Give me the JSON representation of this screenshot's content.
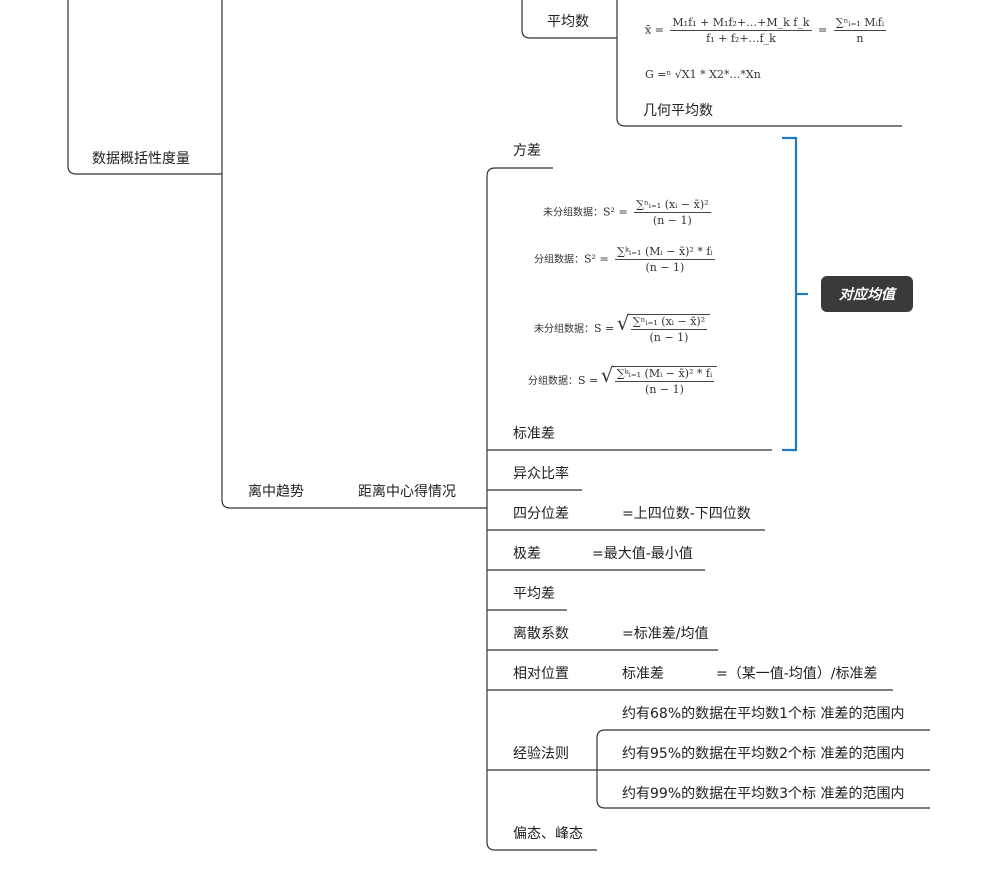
{
  "root_branch": "数据概括性度量",
  "mean": {
    "label": "平均数",
    "formula_weighted": {
      "lhs": "x̄ =",
      "num": "M₁f₁ + M₁f₂+…+M_k f_k",
      "den": "f₁ + f₂+…f_k",
      "eq": "=",
      "num2": "∑ⁿᵢ₌₁ Mᵢfᵢ",
      "den2": "n"
    },
    "formula_geometric": "G =ⁿ √X1 * X2*…*Xn",
    "geometric_label": "几何平均数"
  },
  "dispersion": {
    "label": "离中趋势",
    "sub_label": "距离中心得情况",
    "variance": {
      "label": "方差",
      "f1_lbl": "未分组数据：",
      "f1": "S² =",
      "f1_num": "∑ⁿᵢ₌₁ (xᵢ − x̄)²",
      "f1_den": "(n − 1)",
      "f2_lbl": "分组数据：",
      "f2": "S² =",
      "f2_num": "∑ᵏᵢ₌₁ (Mᵢ − x̄)² * fᵢ",
      "f2_den": "(n − 1)"
    },
    "stddev": {
      "label": "标准差",
      "f3_lbl": "未分组数据：",
      "f3": "S =",
      "f3_num": "∑ⁿᵢ₌₁ (xᵢ − x̄)²",
      "f3_den": "(n − 1)",
      "f4_lbl": "分组数据：",
      "f4": "S =",
      "f4_num": "∑ᵏᵢ₌₁ (Mᵢ − x̄)² * fᵢ",
      "f4_den": "(n − 1)"
    },
    "callout": "对应均值",
    "items": {
      "variation_ratio": "异众比率",
      "iqr": "四分位差",
      "iqr_note": "=上四位数-下四位数",
      "range": "极差",
      "range_note": "=最大值-最小值",
      "mean_dev": "平均差",
      "cv": "离散系数",
      "cv_note": "=标准差/均值",
      "relative_pos": "相对位置",
      "relative_pos_sub": "标准差",
      "relative_pos_note": "=（某一值-均值）/标准差",
      "empirical": "经验法则",
      "emp1": "约有68%的数据在平均数1个标 准差的范围内",
      "emp2": "约有95%的数据在平均数2个标 准差的范围内",
      "emp3": "约有99%的数据在平均数3个标 准差的范围内",
      "skew": "偏态、峰态"
    }
  },
  "colors": {
    "line": "#333333",
    "bracket": "#1f7bc1",
    "callout_bg": "#3a3a3a"
  }
}
